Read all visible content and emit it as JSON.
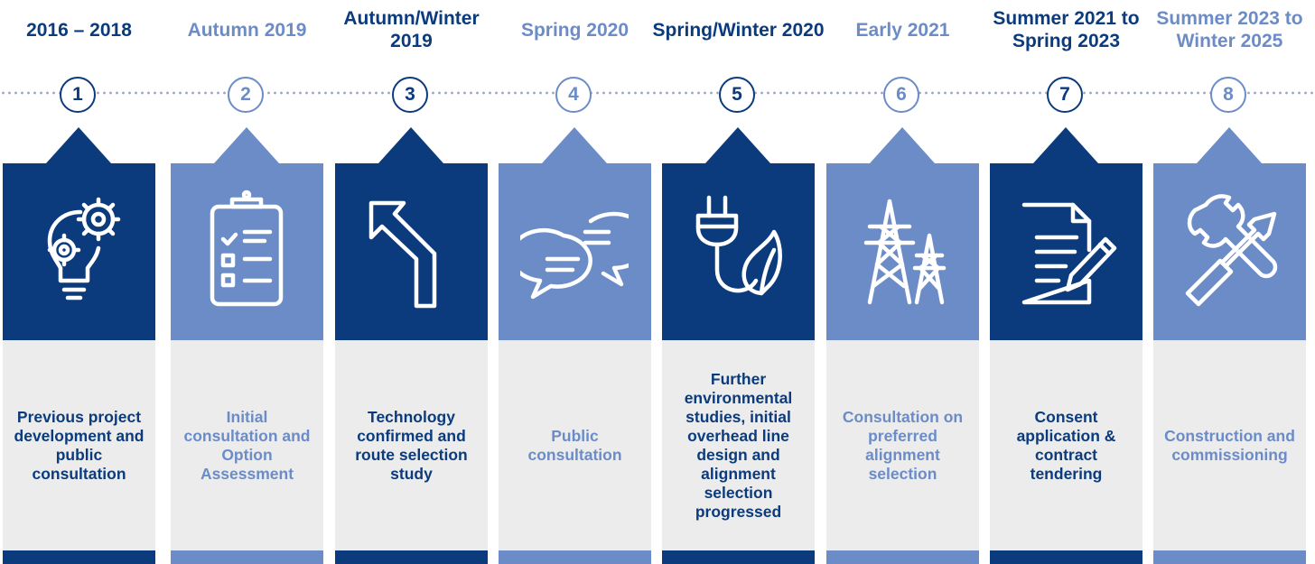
{
  "colors": {
    "dark": "#0b3b7c",
    "light": "#6b8cc7",
    "description_bg": "#ececec"
  },
  "stages": [
    {
      "number": "1",
      "date": "2016 – 2018",
      "icon": "lightbulb-gears-icon",
      "description": "Previous project development and public consultation",
      "tone": "dark"
    },
    {
      "number": "2",
      "date": "Autumn 2019",
      "icon": "clipboard-checklist-icon",
      "description": "Initial consultation and Option Assessment",
      "tone": "light"
    },
    {
      "number": "3",
      "date": "Autumn/Winter 2019",
      "icon": "route-arrow-icon",
      "description": "Technology confirmed and route selection study",
      "tone": "dark"
    },
    {
      "number": "4",
      "date": "Spring 2020",
      "icon": "speech-bubbles-icon",
      "description": "Public consultation",
      "tone": "light"
    },
    {
      "number": "5",
      "date": "Spring/Winter 2020",
      "icon": "plug-leaf-icon",
      "description": "Further environmental studies, initial overhead line design and alignment selection progressed",
      "tone": "dark"
    },
    {
      "number": "6",
      "date": "Early 2021",
      "icon": "pylons-icon",
      "description": "Consultation on preferred alignment selection",
      "tone": "light"
    },
    {
      "number": "7",
      "date": "Summer 2021 to Spring 2023",
      "icon": "document-pen-icon",
      "description": "Consent application & contract tendering",
      "tone": "dark"
    },
    {
      "number": "8",
      "date": "Summer 2023 to Winter 2025",
      "icon": "wrench-screwdriver-icon",
      "description": "Construction and commissioning",
      "tone": "light"
    }
  ]
}
